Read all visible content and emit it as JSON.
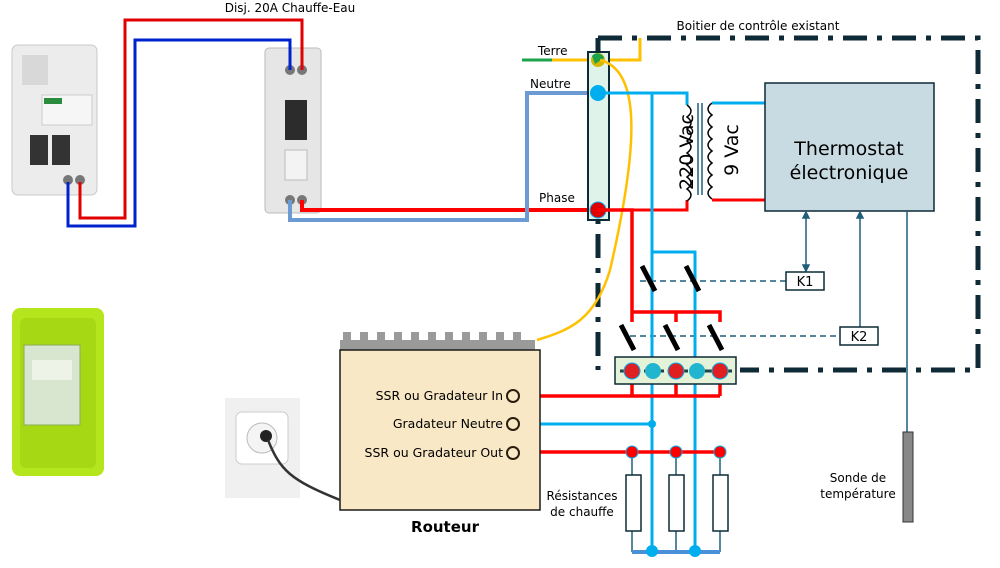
{
  "labels": {
    "breaker_title": "Disj. 20A Chauffe-Eau",
    "box_title": "Boitier de contrôle existant",
    "terre": "Terre",
    "neutre": "Neutre",
    "phase": "Phase",
    "primary_voltage": "220 Vac",
    "secondary_voltage": "9 Vac",
    "thermostat_line1": "Thermostat",
    "thermostat_line2": "électronique",
    "relay_k1": "K1",
    "relay_k2": "K2",
    "probe_line1": "Sonde de",
    "probe_line2": "température",
    "resistors_line1": "Résistances",
    "resistors_line2": "de chauffe",
    "router_in": "SSR ou Gradateur In",
    "router_neutral": "Gradateur Neutre",
    "router_out": "SSR ou Gradateur Out",
    "router_title": "Routeur"
  },
  "colors": {
    "phase": "#ff0000",
    "neutral": "#00aeef",
    "earth_green": "#1aa34a",
    "earth_yellow": "#ffc000",
    "thermostat_fill": "#c9dbe2",
    "router_fill": "#f9e8c5",
    "box_border": "#0d2a36"
  }
}
